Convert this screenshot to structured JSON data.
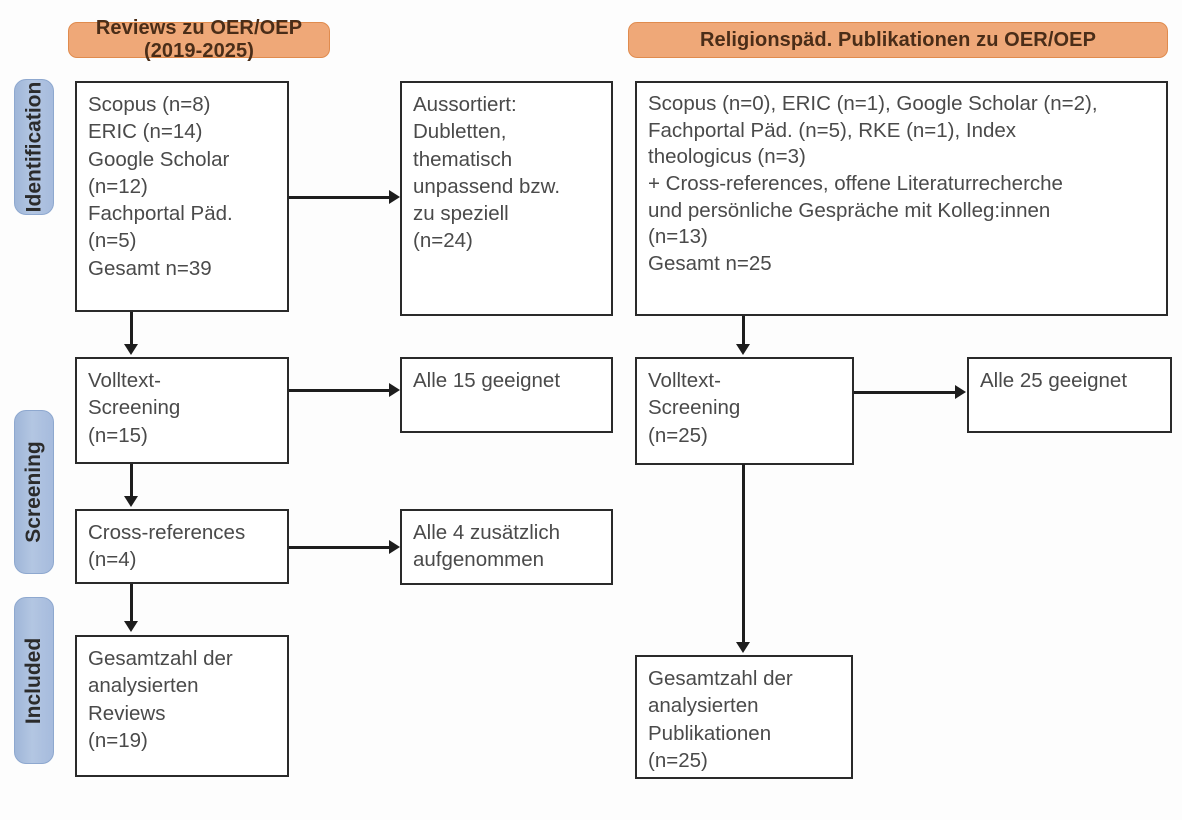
{
  "columns": {
    "left_header": "Reviews zu OER/OEP (2019-2025)",
    "right_header": "Religionspäd. Publikationen zu OER/OEP"
  },
  "stages": [
    {
      "label": "Identification"
    },
    {
      "label": "Screening"
    },
    {
      "label": "Included"
    }
  ],
  "left_column": {
    "sources": "Scopus (n=8)\nERIC (n=14)\nGoogle Scholar\n(n=12)\nFachportal Päd.\n(n=5)\nGesamt n=39",
    "excluded": "Aussortiert:\nDubletten,\nthematisch\nunpassend bzw.\nzu speziell\n(n=24)",
    "fulltext": "Volltext-\nScreening\n(n=15)",
    "eligible": "Alle 15 geeignet",
    "crossrefs": "Cross-references\n(n=4)",
    "crossrefs_added": "Alle 4 zusätzlich\naufgenommen",
    "included": "Gesamtzahl der\nanalysierten\nReviews\n(n=19)"
  },
  "right_column": {
    "sources": "Scopus (n=0), ERIC (n=1), Google Scholar (n=2),\nFachportal Päd. (n=5), RKE (n=1), Index\ntheologicus (n=3)\n+ Cross-references, offene Literaturrecherche\nund persönliche Gespräche mit Kolleg:innen\n(n=13)\nGesamt n=25",
    "fulltext": "Volltext-\nScreening\n(n=25)",
    "eligible": "Alle 25 geeignet",
    "included": "Gesamtzahl der\nanalysierten\nPublikationen\n(n=25)"
  },
  "colors": {
    "header_fill": "#efa878",
    "header_border": "#e08b4e",
    "stage_fill": "#a6bbdd",
    "stage_border": "#8ea8cf",
    "box_border": "#2a2a2a",
    "connector": "#1d1d1d",
    "text": "#4a4a4a"
  }
}
